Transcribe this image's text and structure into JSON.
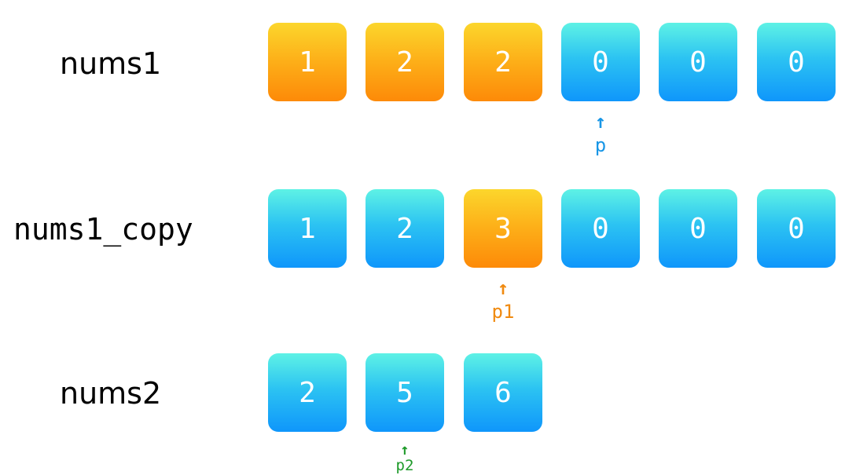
{
  "rows": [
    {
      "label": "nums1",
      "cells": [
        {
          "value": "1",
          "color": "orange"
        },
        {
          "value": "2",
          "color": "orange"
        },
        {
          "value": "2",
          "color": "orange"
        },
        {
          "value": "0",
          "color": "blue"
        },
        {
          "value": "0",
          "color": "blue"
        },
        {
          "value": "0",
          "color": "blue"
        }
      ],
      "pointer": {
        "arrow": "↑",
        "label": "p",
        "index": 3
      }
    },
    {
      "label": "nums1_copy",
      "cells": [
        {
          "value": "1",
          "color": "blue"
        },
        {
          "value": "2",
          "color": "blue"
        },
        {
          "value": "3",
          "color": "orange"
        },
        {
          "value": "0",
          "color": "blue"
        },
        {
          "value": "0",
          "color": "blue"
        },
        {
          "value": "0",
          "color": "blue"
        }
      ],
      "pointer": {
        "arrow": "↑",
        "label": "p1",
        "index": 2
      }
    },
    {
      "label": "nums2",
      "cells": [
        {
          "value": "2",
          "color": "blue"
        },
        {
          "value": "5",
          "color": "blue"
        },
        {
          "value": "6",
          "color": "blue"
        }
      ],
      "pointer": {
        "arrow": "↑",
        "label": "p2",
        "index": 1
      }
    }
  ],
  "colors": {
    "blue_top": "#5ef2e5",
    "blue_bottom": "#0f96fb",
    "orange_top": "#fcd62c",
    "orange_bottom": "#fd8a08",
    "pointer_p": "#1896e6",
    "pointer_p1": "#f08a10",
    "pointer_p2": "#1e9a2a"
  }
}
